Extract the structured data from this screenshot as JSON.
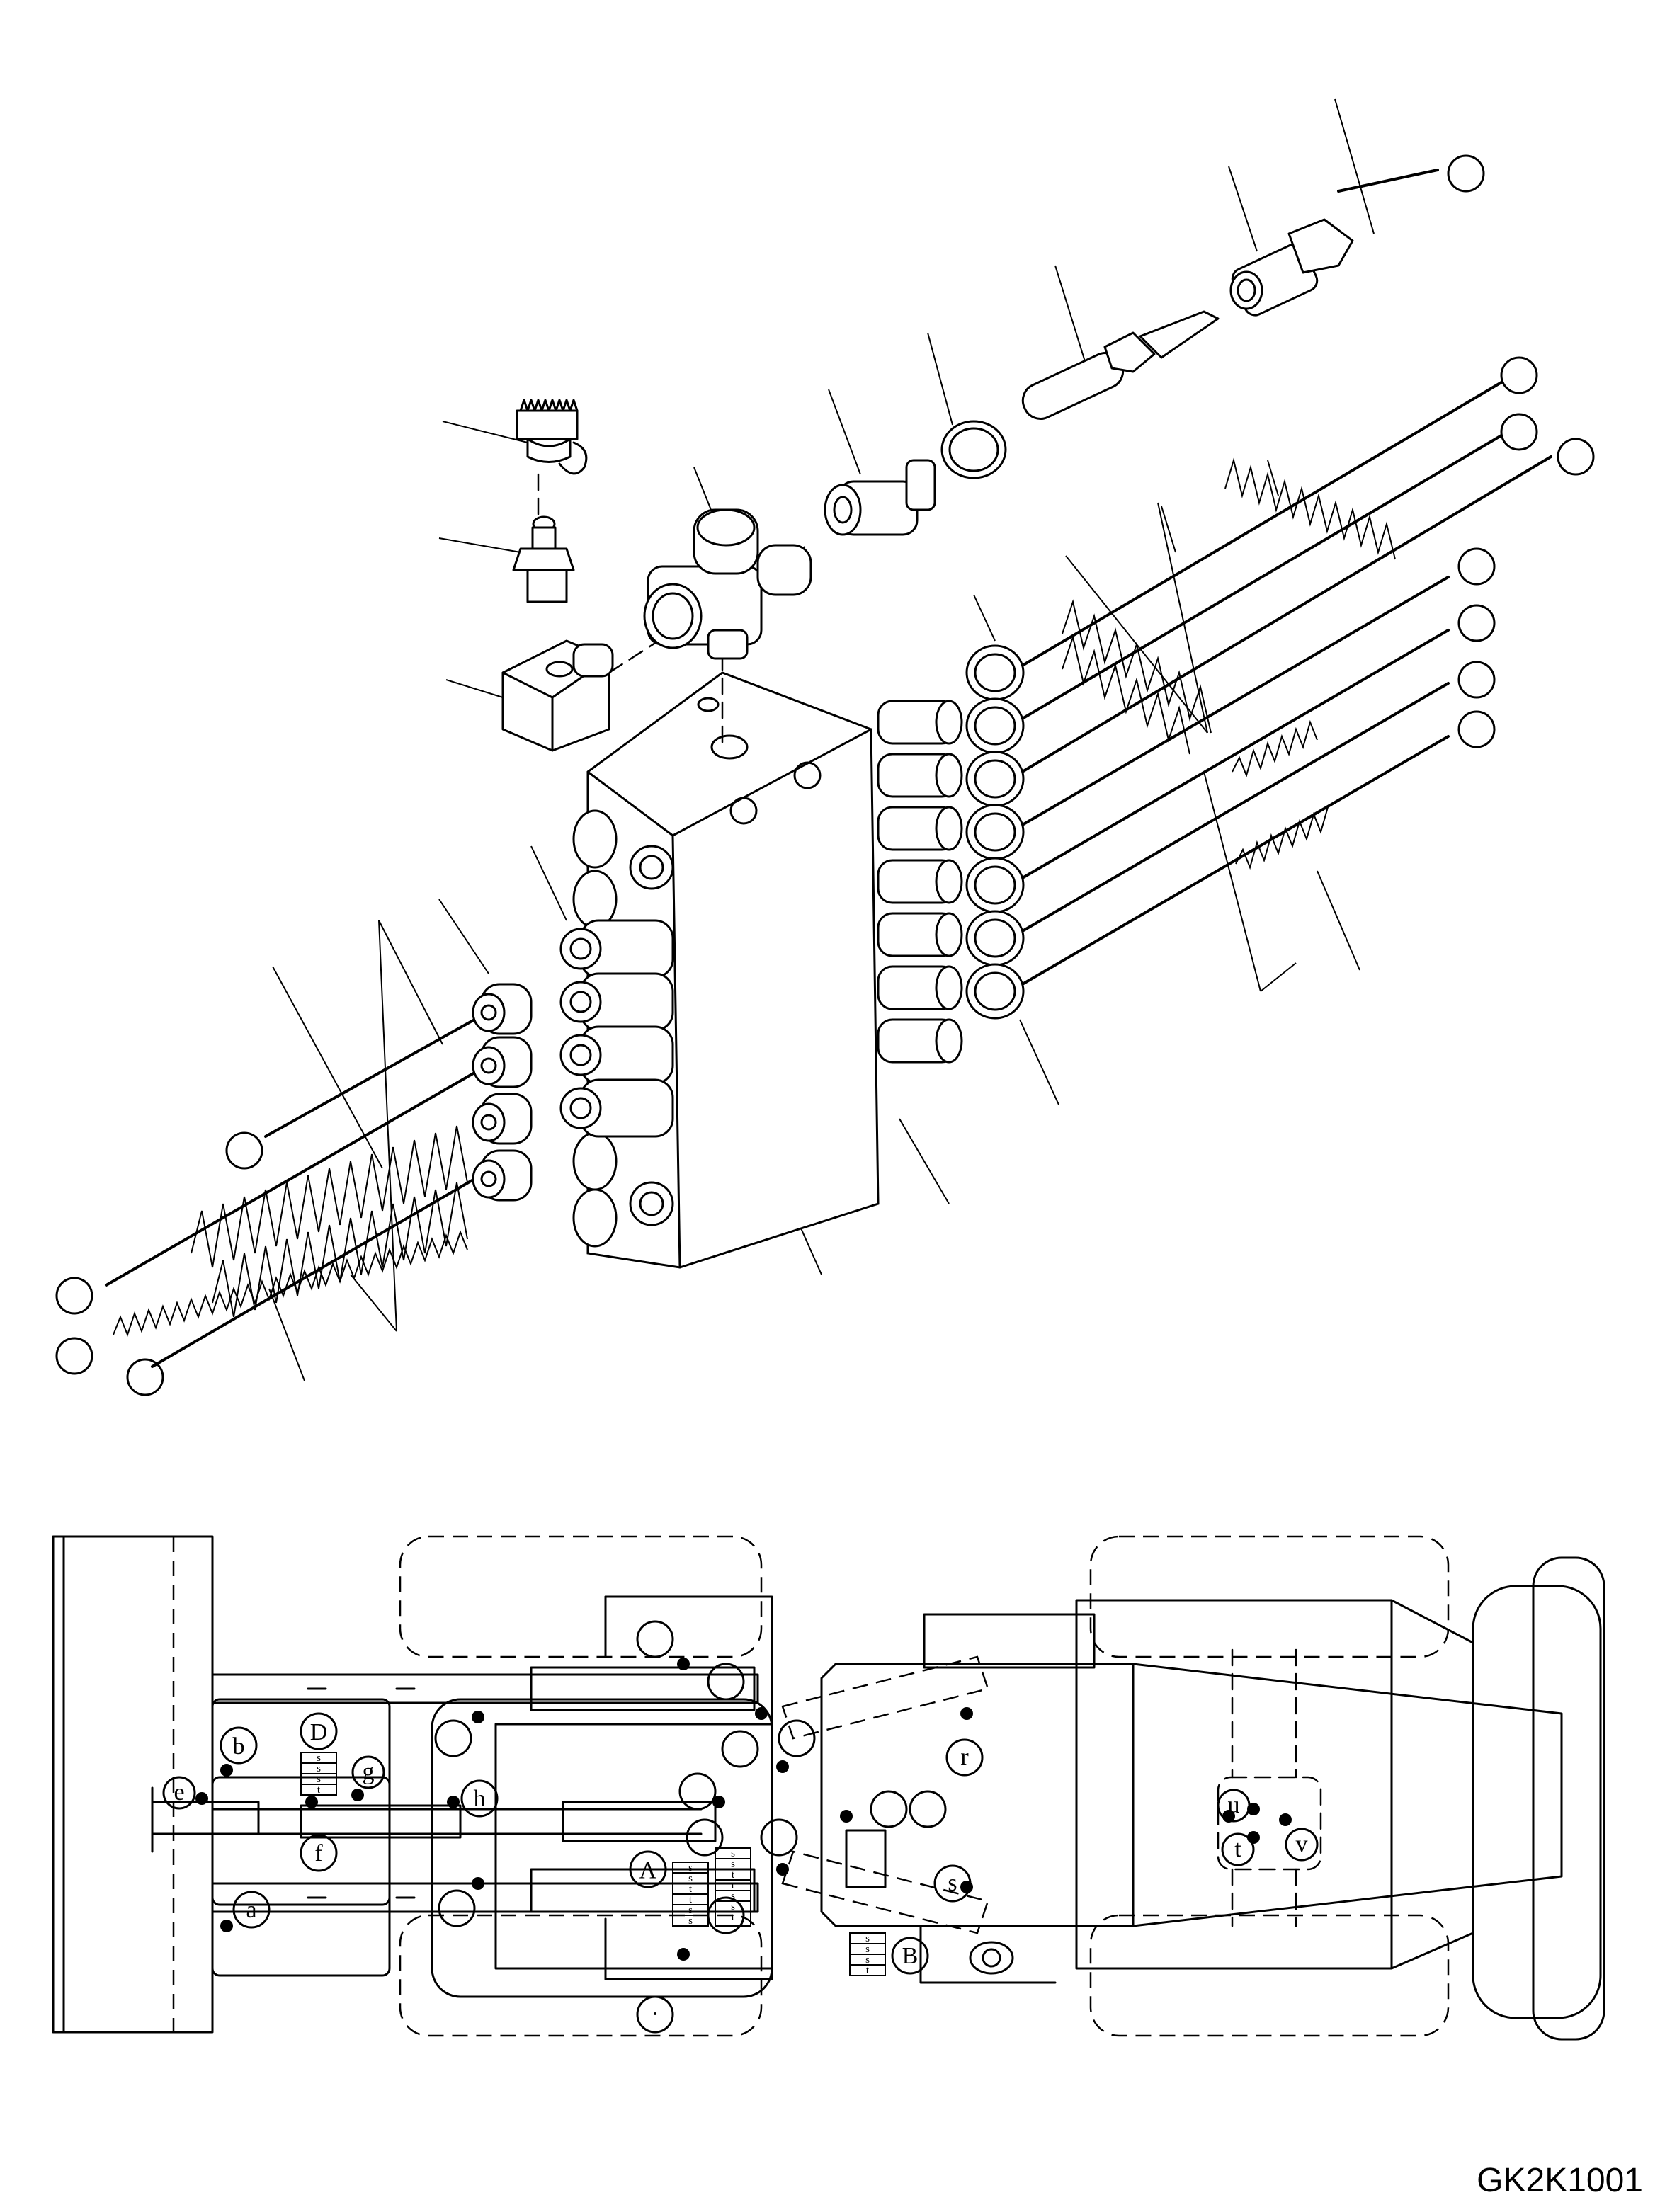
{
  "drawing": {
    "code": "GK2K1001",
    "callouts": {
      "a": "a",
      "b": "b",
      "d": "D",
      "e": "e",
      "f": "f",
      "g": "g",
      "h": "h",
      "lambda": "Λ",
      "r": "r",
      "s": "s",
      "b_upper": "B",
      "t": "t",
      "u": "u",
      "v": "v",
      "dot": "·"
    },
    "table_mark": "s",
    "table_mark_alt": "t"
  }
}
